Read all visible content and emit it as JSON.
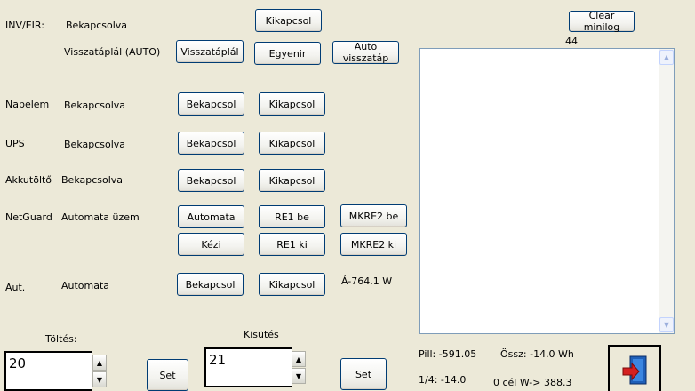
{
  "rows": {
    "inv": {
      "name": "INV/EIR:",
      "status": "Bekapcsolva",
      "sub_status": "Visszatáplál (AUTO)",
      "off": "Kikapcsol",
      "feed": "Visszatáplál",
      "direct": "Egyenir",
      "auto_feed": "Auto visszatáp"
    },
    "napelem": {
      "name": "Napelem",
      "status": "Bekapcsolva",
      "on": "Bekapcsol",
      "off": "Kikapcsol"
    },
    "ups": {
      "name": "UPS",
      "status": "Bekapcsolva",
      "on": "Bekapcsol",
      "off": "Kikapcsol"
    },
    "akku": {
      "name": "Akkutöltő",
      "status": "Bekapcsolva",
      "on": "Bekapcsol",
      "off": "Kikapcsol"
    },
    "netguard": {
      "name": "NetGuard",
      "status": "Automata üzem",
      "auto": "Automata",
      "manual": "Kézi",
      "re1_on": "RE1 be",
      "re1_off": "RE1 ki",
      "mkre2_on": "MKRE2 be",
      "mkre2_off": "MKRE2 ki"
    },
    "aut": {
      "name": "Aut.",
      "status": "Automata",
      "on": "Bekapcsol",
      "off": "Kikapcsol",
      "reading": "Á-764.1 W"
    }
  },
  "minilog": {
    "clear_label": "Clear minilog",
    "count": "44"
  },
  "charge": {
    "label": "Töltés:",
    "value": "20",
    "set": "Set"
  },
  "discharge": {
    "label": "Kisütés",
    "value": "21",
    "set": "Set"
  },
  "stats": {
    "pill": "Pill: -591.05",
    "ossz": "Össz:  -14.0 Wh",
    "quarter": "1/4:  -14.0",
    "target": "0 cél W-> 388.3"
  },
  "icons": {
    "exit": "exit-door-icon",
    "spin_up": "▲",
    "spin_down": "▼"
  }
}
